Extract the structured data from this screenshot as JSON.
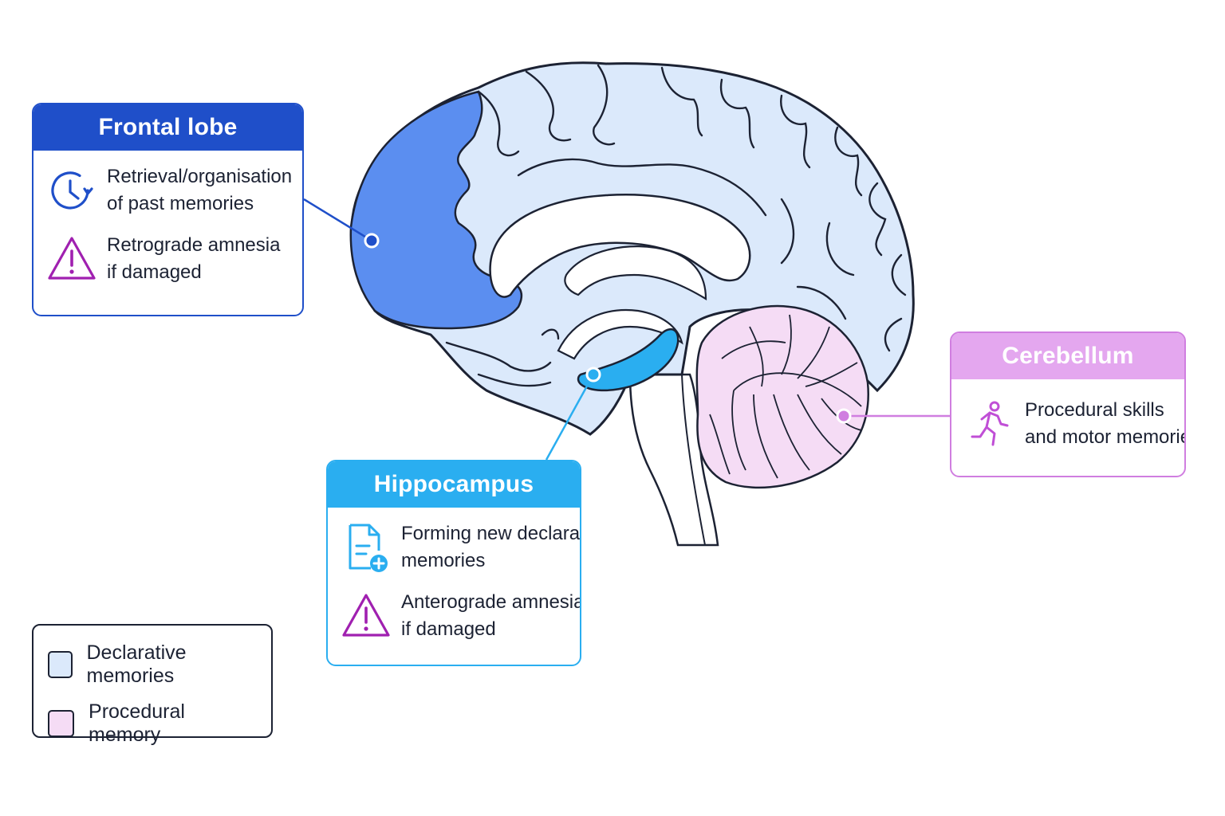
{
  "colors": {
    "frontal": "#1f4fc9",
    "hippocampus": "#2aaef0",
    "cerebellum": "#e4a7ef",
    "cerebellum_border": "#d07ee0",
    "declarative_fill": "#dbe9fb",
    "procedural_fill": "#f5dcf5",
    "frontal_fill": "#5b8ef0",
    "warning": "#a020b0",
    "outline": "#1c2233"
  },
  "frontal_lobe": {
    "title": "Frontal lobe",
    "items": [
      {
        "icon": "clock-history-icon",
        "lines": [
          "Retrieval/organisation",
          "of past memories"
        ]
      },
      {
        "icon": "warning-icon",
        "lines": [
          "Retrograde amnesia",
          "if damaged"
        ]
      }
    ]
  },
  "hippocampus": {
    "title": "Hippocampus",
    "items": [
      {
        "icon": "document-add-icon",
        "lines": [
          "Forming new declarative",
          "memories"
        ]
      },
      {
        "icon": "warning-icon",
        "lines": [
          "Anterograde amnesia",
          "if damaged"
        ]
      }
    ]
  },
  "cerebellum": {
    "title": "Cerebellum",
    "items": [
      {
        "icon": "running-person-icon",
        "lines": [
          "Procedural skills",
          "and motor memories"
        ]
      }
    ]
  },
  "legend": {
    "items": [
      {
        "label": "Declarative memories",
        "color": "#dbe9fb"
      },
      {
        "label": "Procedural memory",
        "color": "#f5dcf5"
      }
    ]
  }
}
